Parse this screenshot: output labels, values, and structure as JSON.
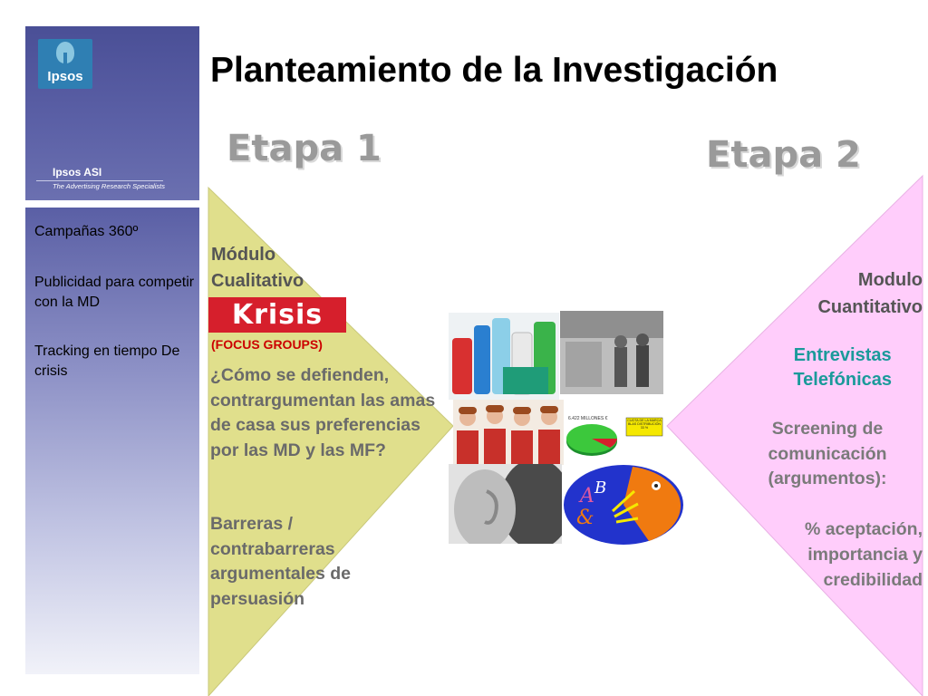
{
  "title": "Planteamiento de la Investigación",
  "logo": {
    "brand": "Ipsos",
    "subtitle": "Ipsos ASI",
    "tagline": "The Advertising Research Specialists"
  },
  "sidebar": {
    "items": [
      {
        "label": "Campañas 360º"
      },
      {
        "label": "Publicidad para competir con la MD"
      },
      {
        "label": "Tracking en tiempo De crisis"
      }
    ]
  },
  "stages": {
    "stage1": "Etapa 1",
    "stage2": "Etapa 2"
  },
  "left_module": {
    "title_line1": "Módulo",
    "title_line2": "Cualitativo",
    "logo_text": "Krisis",
    "method": "(FOCUS GROUPS)",
    "question": "¿Cómo se defienden, contrargumentan las amas de casa sus preferencias por las MD y las MF?",
    "barriers": "Barreras / contrabarreras argumentales de persuasión"
  },
  "right_module": {
    "title_line1": "Modulo",
    "title_line2": "Cuantitativo",
    "method_line1": "Entrevistas",
    "method_line2": "Telefónicas",
    "screening": "Screening de comunicación (argumentos):",
    "metrics": "% aceptación, importancia y credibilidad"
  },
  "pie_photo": {
    "label": "6.422 MILLONES €",
    "box_text": "CUOTA DE LA MARCA BLAS DISTRIBUCIÓN 33 %"
  },
  "colors": {
    "left_triangle": "#e0df8c",
    "right_triangle": "#ffcdfb",
    "krisis_red": "#d61f2c",
    "focus_red": "#cc0000",
    "teal": "#1a9a9a",
    "sidebar_dark": "#4a4f96"
  }
}
